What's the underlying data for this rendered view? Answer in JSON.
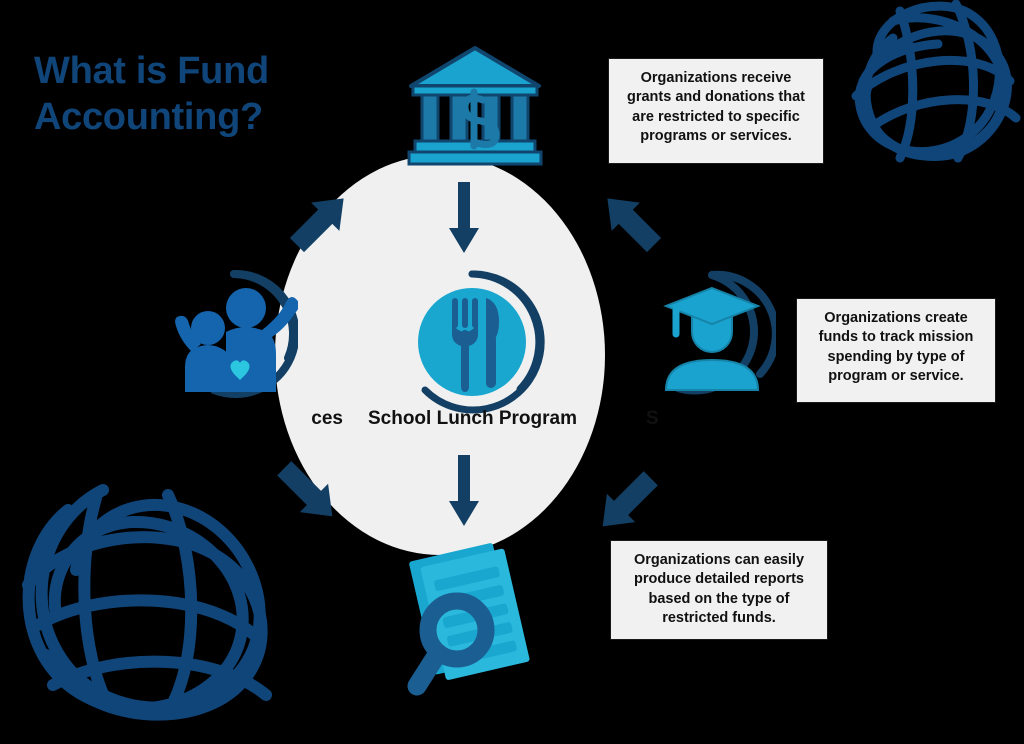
{
  "title": {
    "line1": "What is Fund",
    "line2": "Accounting?",
    "color": "#10457a"
  },
  "hub": {
    "label": "School Lunch Program",
    "icon": "plate-fork-knife-icon"
  },
  "nodes": [
    {
      "id": "top",
      "icon": "bank-dollar-icon",
      "label": ""
    },
    {
      "id": "left",
      "icon": "family-heart-icon",
      "label": "ces"
    },
    {
      "id": "right",
      "icon": "graduate-student-icon",
      "label": "S"
    },
    {
      "id": "bottom",
      "icon": "report-magnifier-icon",
      "label": ""
    }
  ],
  "callouts": [
    {
      "id": "callout-1",
      "text": "Organizations receive grants and donations that are restricted to specific programs or services."
    },
    {
      "id": "callout-2",
      "text": "Organizations create funds to track mission spending by type of program or service."
    },
    {
      "id": "callout-3",
      "text": "Organizations can easily produce  detailed reports based on the type of restricted funds."
    }
  ],
  "arrows": [
    {
      "id": "arrow-top",
      "direction": "down"
    },
    {
      "id": "arrow-bottom",
      "direction": "down"
    },
    {
      "id": "arrow-nw",
      "direction": "up-left"
    },
    {
      "id": "arrow-ne",
      "direction": "up-right"
    },
    {
      "id": "arrow-sw",
      "direction": "down-left"
    },
    {
      "id": "arrow-se",
      "direction": "down-left"
    }
  ],
  "colors": {
    "background": "#000000",
    "navy": "#10457a",
    "deep_navy": "#0e3b63",
    "cyan": "#19a7d0",
    "light_cyan": "#2bb8dd",
    "disc": "#f0f0f0",
    "callout_bg": "#f1f1f1",
    "text": "#111111"
  },
  "decorations": [
    {
      "id": "scribble-top-right",
      "name": "scribble-doodle"
    },
    {
      "id": "scribble-bottom-left",
      "name": "scribble-doodle"
    }
  ]
}
